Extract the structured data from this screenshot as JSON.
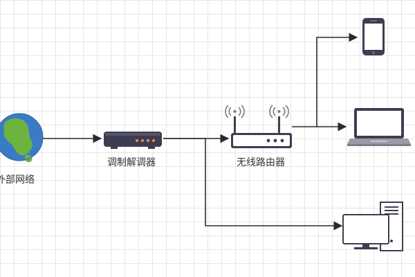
{
  "nodes": {
    "internet": {
      "label": "外部网络"
    },
    "modem": {
      "label": "调制解调器"
    },
    "router": {
      "label": "无线路由器"
    },
    "phone": {
      "label": ""
    },
    "laptop": {
      "label": ""
    },
    "desktop": {
      "label": ""
    }
  },
  "colors": {
    "line": "#2b2b2b",
    "ocean": "#3a7bc8",
    "land": "#6cb33f",
    "device_dark": "#3d3d52",
    "device_light": "#ffffff",
    "led": "#ff8a3d",
    "wifi": "#7a7a7a"
  }
}
